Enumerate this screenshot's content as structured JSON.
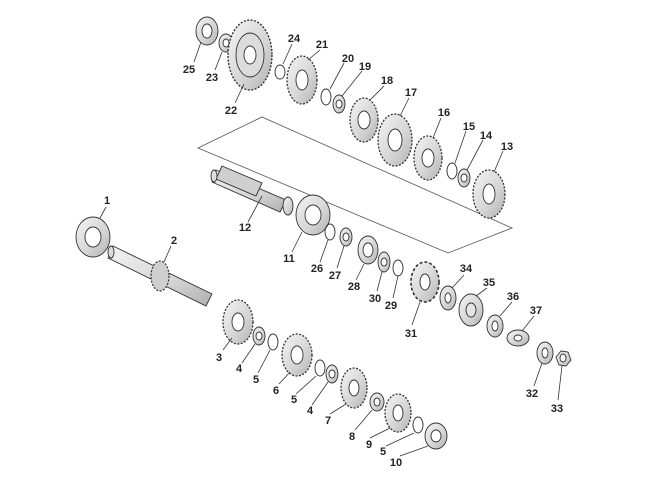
{
  "diagram": {
    "part_numbers": [
      "1",
      "2",
      "3",
      "4",
      "5",
      "6",
      "5",
      "4",
      "7",
      "8",
      "9",
      "5",
      "10",
      "11",
      "12",
      "13",
      "14",
      "15",
      "16",
      "17",
      "18",
      "19",
      "20",
      "21",
      "22",
      "23",
      "24",
      "25",
      "26",
      "27",
      "28",
      "29",
      "30",
      "31",
      "32",
      "33",
      "34",
      "35",
      "36",
      "37"
    ]
  },
  "colors": {
    "part_fill": "#e9e9e9",
    "part_shade": "#c4c4c4",
    "outline": "#333333",
    "label": "#222222"
  }
}
